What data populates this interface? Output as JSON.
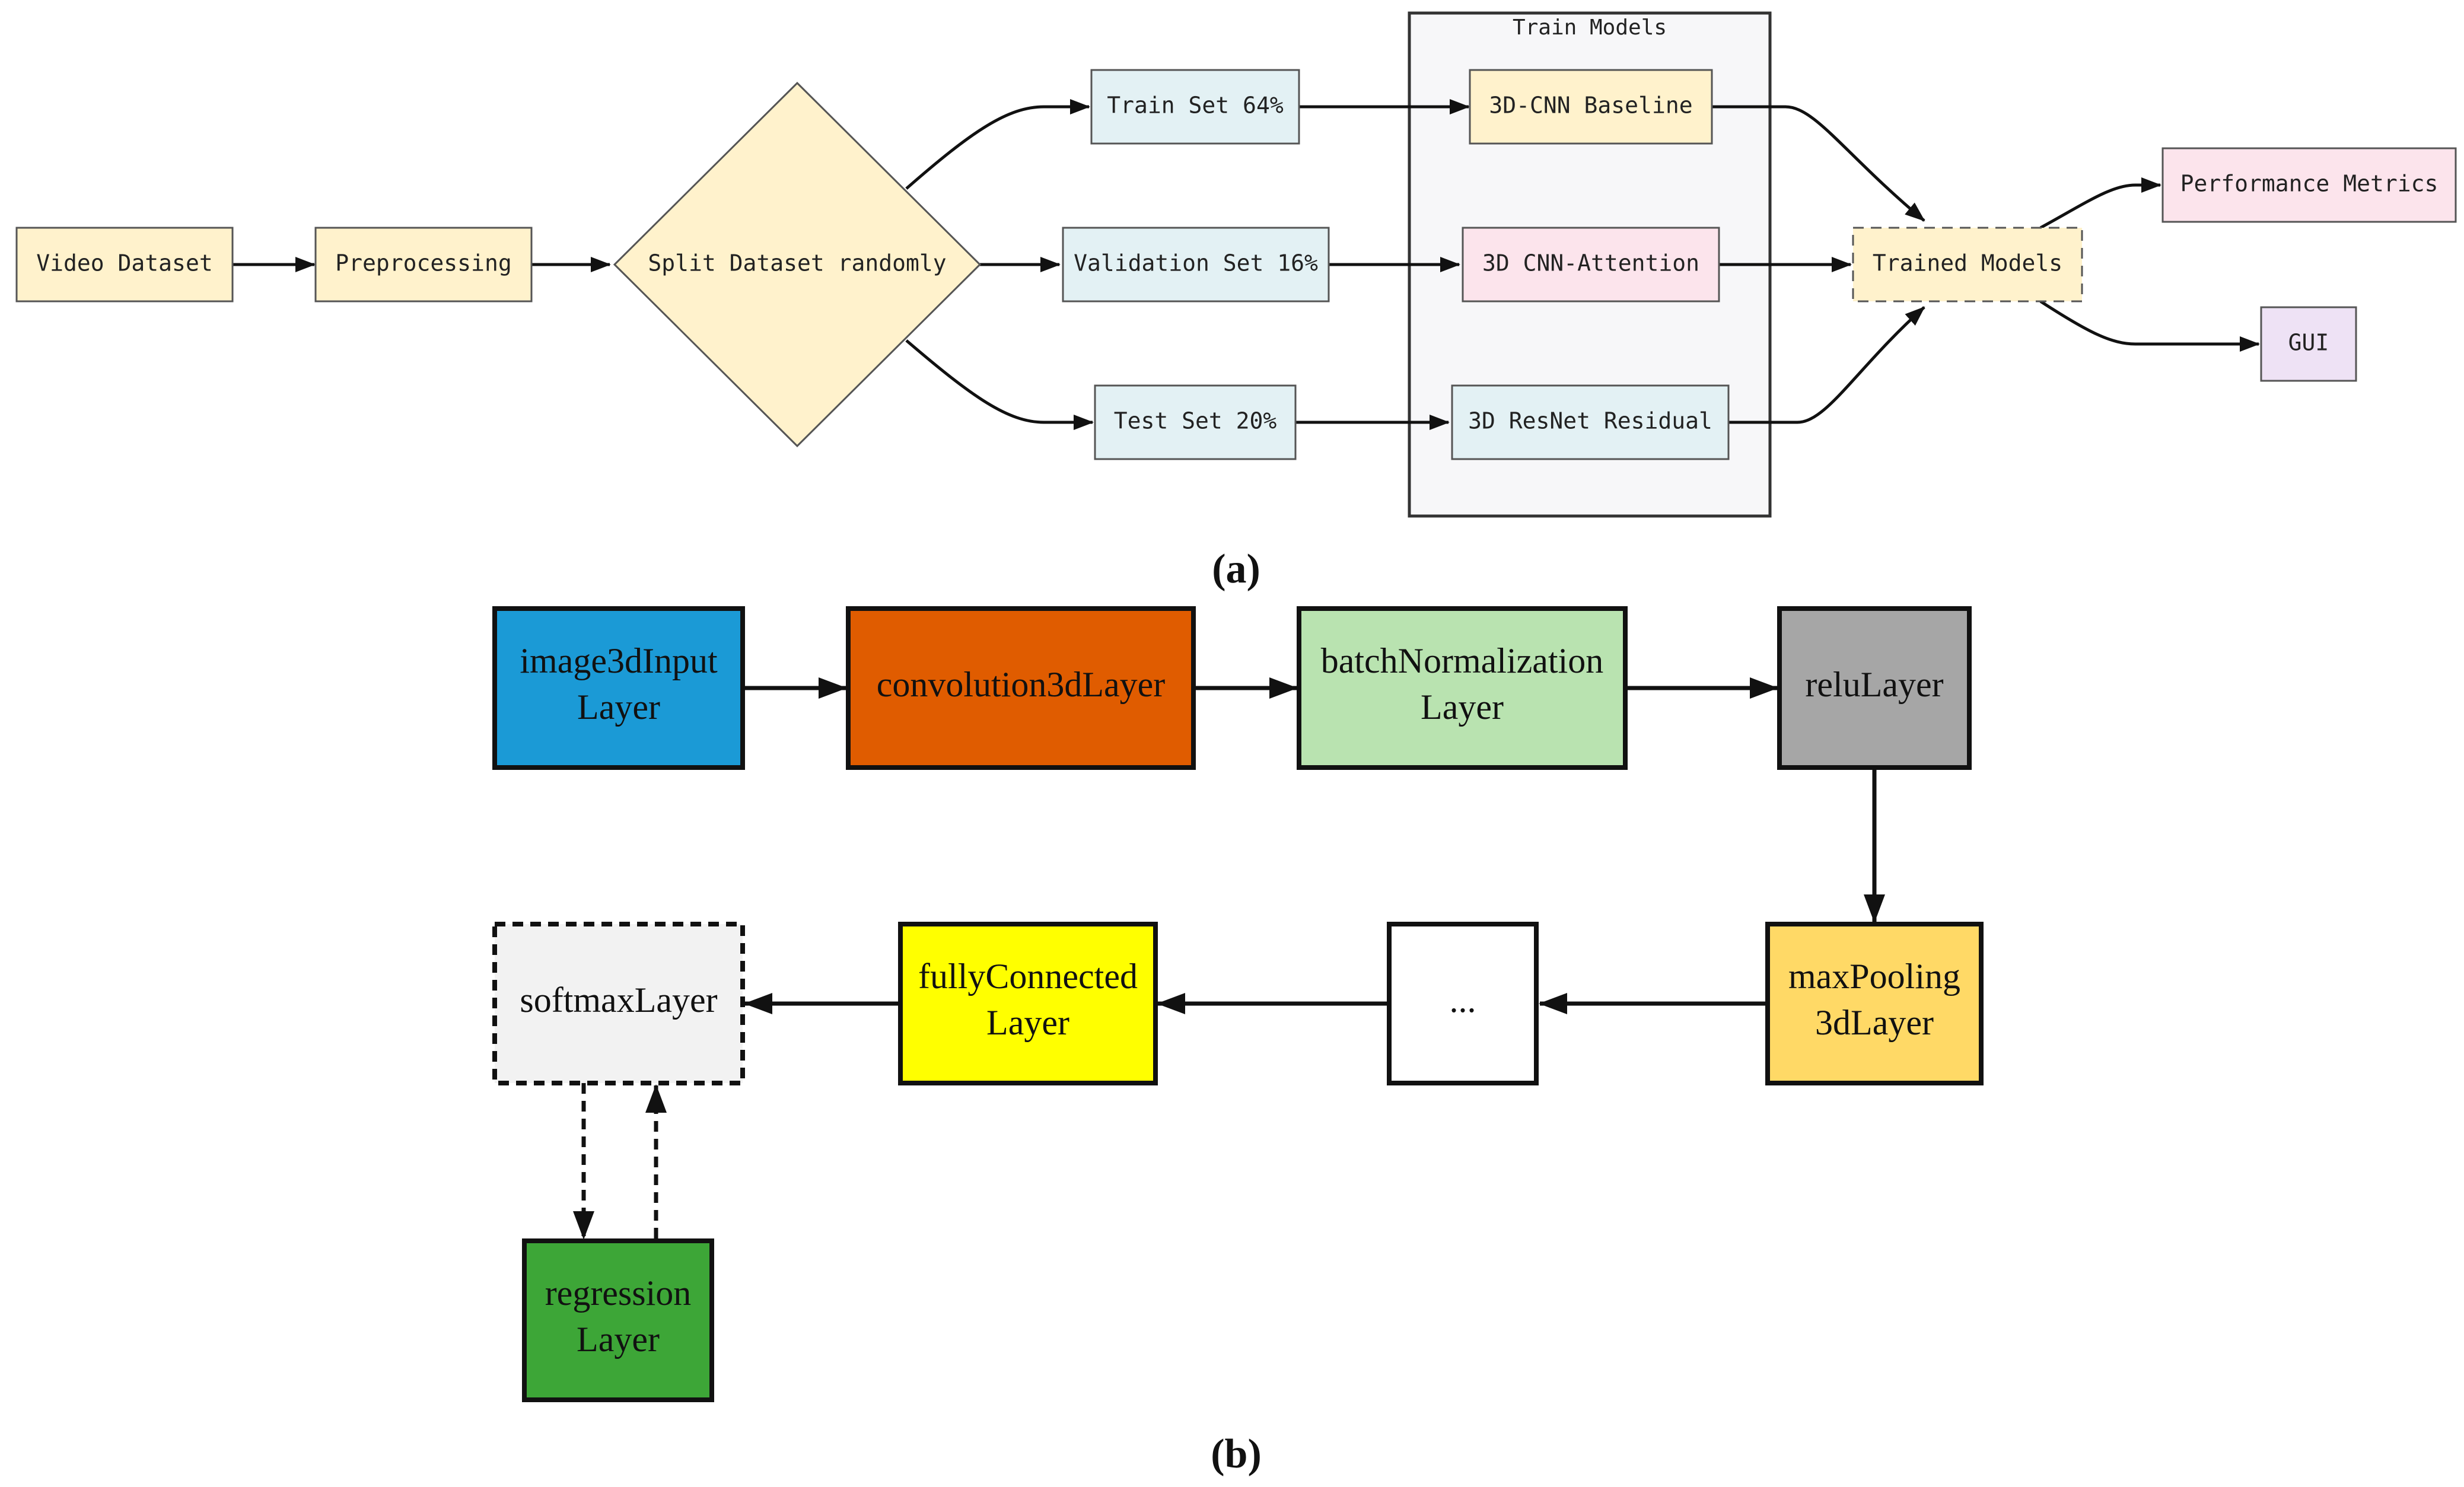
{
  "panel_a": {
    "caption": "(a)",
    "group_title": "Train Models",
    "nodes": {
      "video_dataset": "Video Dataset",
      "preprocessing": "Preprocessing",
      "split": "Split Dataset randomly",
      "train_set": "Train Set 64%",
      "validation_set": "Validation Set 16%",
      "test_set": "Test Set 20%",
      "cnn_baseline": "3D-CNN Baseline",
      "cnn_attention": "3D CNN-Attention",
      "resnet_residual": "3D ResNet Residual",
      "trained_models": "Trained Models",
      "performance_metrics": "Performance Metrics",
      "gui": "GUI"
    },
    "colors": {
      "yellow": "#FFF2CC",
      "blue": "#E3F1F4",
      "pink": "#FCE4EC",
      "lavender": "#EEE2F5",
      "group_bg": "#F7F7F9"
    }
  },
  "panel_b": {
    "caption": "(b)",
    "nodes": {
      "image3d_input": [
        "image3dInput",
        "Layer"
      ],
      "convolution3d": [
        "convolution3dLayer"
      ],
      "batch_norm": [
        "batchNormalization",
        "Layer"
      ],
      "relu": [
        "reluLayer"
      ],
      "maxpooling": [
        "maxPooling",
        "3dLayer"
      ],
      "ellipsis": [
        "..."
      ],
      "fully_connected": [
        "fullyConnected",
        "Layer"
      ],
      "softmax": [
        "softmaxLayer"
      ],
      "regression": [
        "regression",
        "Layer"
      ]
    },
    "colors": {
      "image3d_input": "#1B9AD6",
      "convolution3d": "#E05C00",
      "batch_norm": "#B9E3B0",
      "relu": "#A6A6A6",
      "maxpooling": "#FFD966",
      "ellipsis": "#FFFFFF",
      "fully_connected": "#FFFF00",
      "softmax": "#F2F2F2",
      "regression": "#3DA637"
    }
  }
}
